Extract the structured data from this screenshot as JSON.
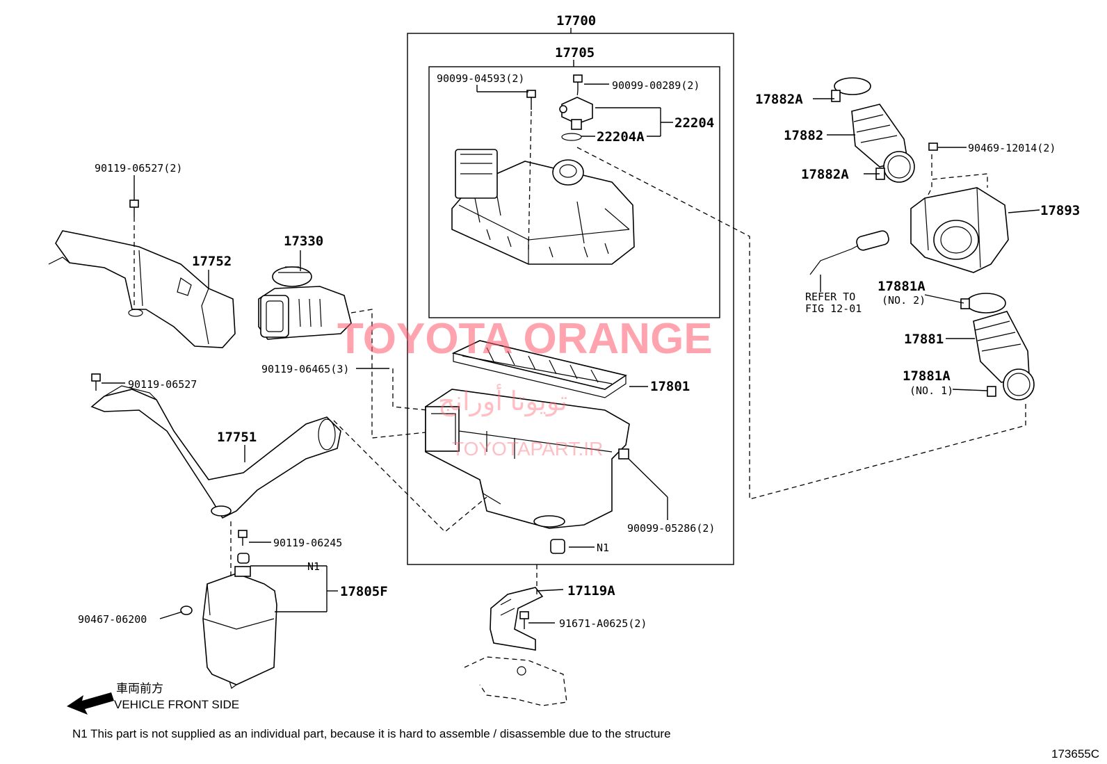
{
  "labels": {
    "p17700": "17700",
    "p17705": "17705",
    "p9009904593": "90099-04593(2)",
    "p9009900289": "90099-00289(2)",
    "p22204": "22204",
    "p22204A": "22204A",
    "p17882A_top": "17882A",
    "p17882": "17882",
    "p17882A_bot": "17882A",
    "p9046912014": "90469-12014(2)",
    "p17893": "17893",
    "refer": "REFER TO",
    "refer_fig": "FIG 12-01",
    "p17881A_top": "17881A",
    "p17881A_top_note": "(NO. 2)",
    "p17881": "17881",
    "p17881A_bot": "17881A",
    "p17881A_bot_note": "(NO. 1)",
    "p9011906527_2": "90119-06527(2)",
    "p17752": "17752",
    "p17330": "17330",
    "p9011906465": "90119-06465(3)",
    "p17801": "17801",
    "p9011906527": "90119-06527",
    "p17751": "17751",
    "p9009905286": "90099-05286(2)",
    "n1_a": "N1",
    "p9011906245": "90119-06245",
    "n1_b": "N1",
    "p17805F": "17805F",
    "p9046706200": "90467-06200",
    "p17119A": "17119A",
    "p91671A0625": "91671-A0625(2)",
    "front_jp": "車両前方",
    "front_en": "VEHICLE FRONT SIDE",
    "note_n1": "N1  This part is not supplied as an individual part, because it is hard to assemble / disassemble due to the structure",
    "fig_code": "173655C"
  },
  "watermark": {
    "main": "TOYOTA ORANGE",
    "arabic": "تويوتا أورانج",
    "site": "TOYOTAPART.IR",
    "color": "#ff5a6e"
  }
}
